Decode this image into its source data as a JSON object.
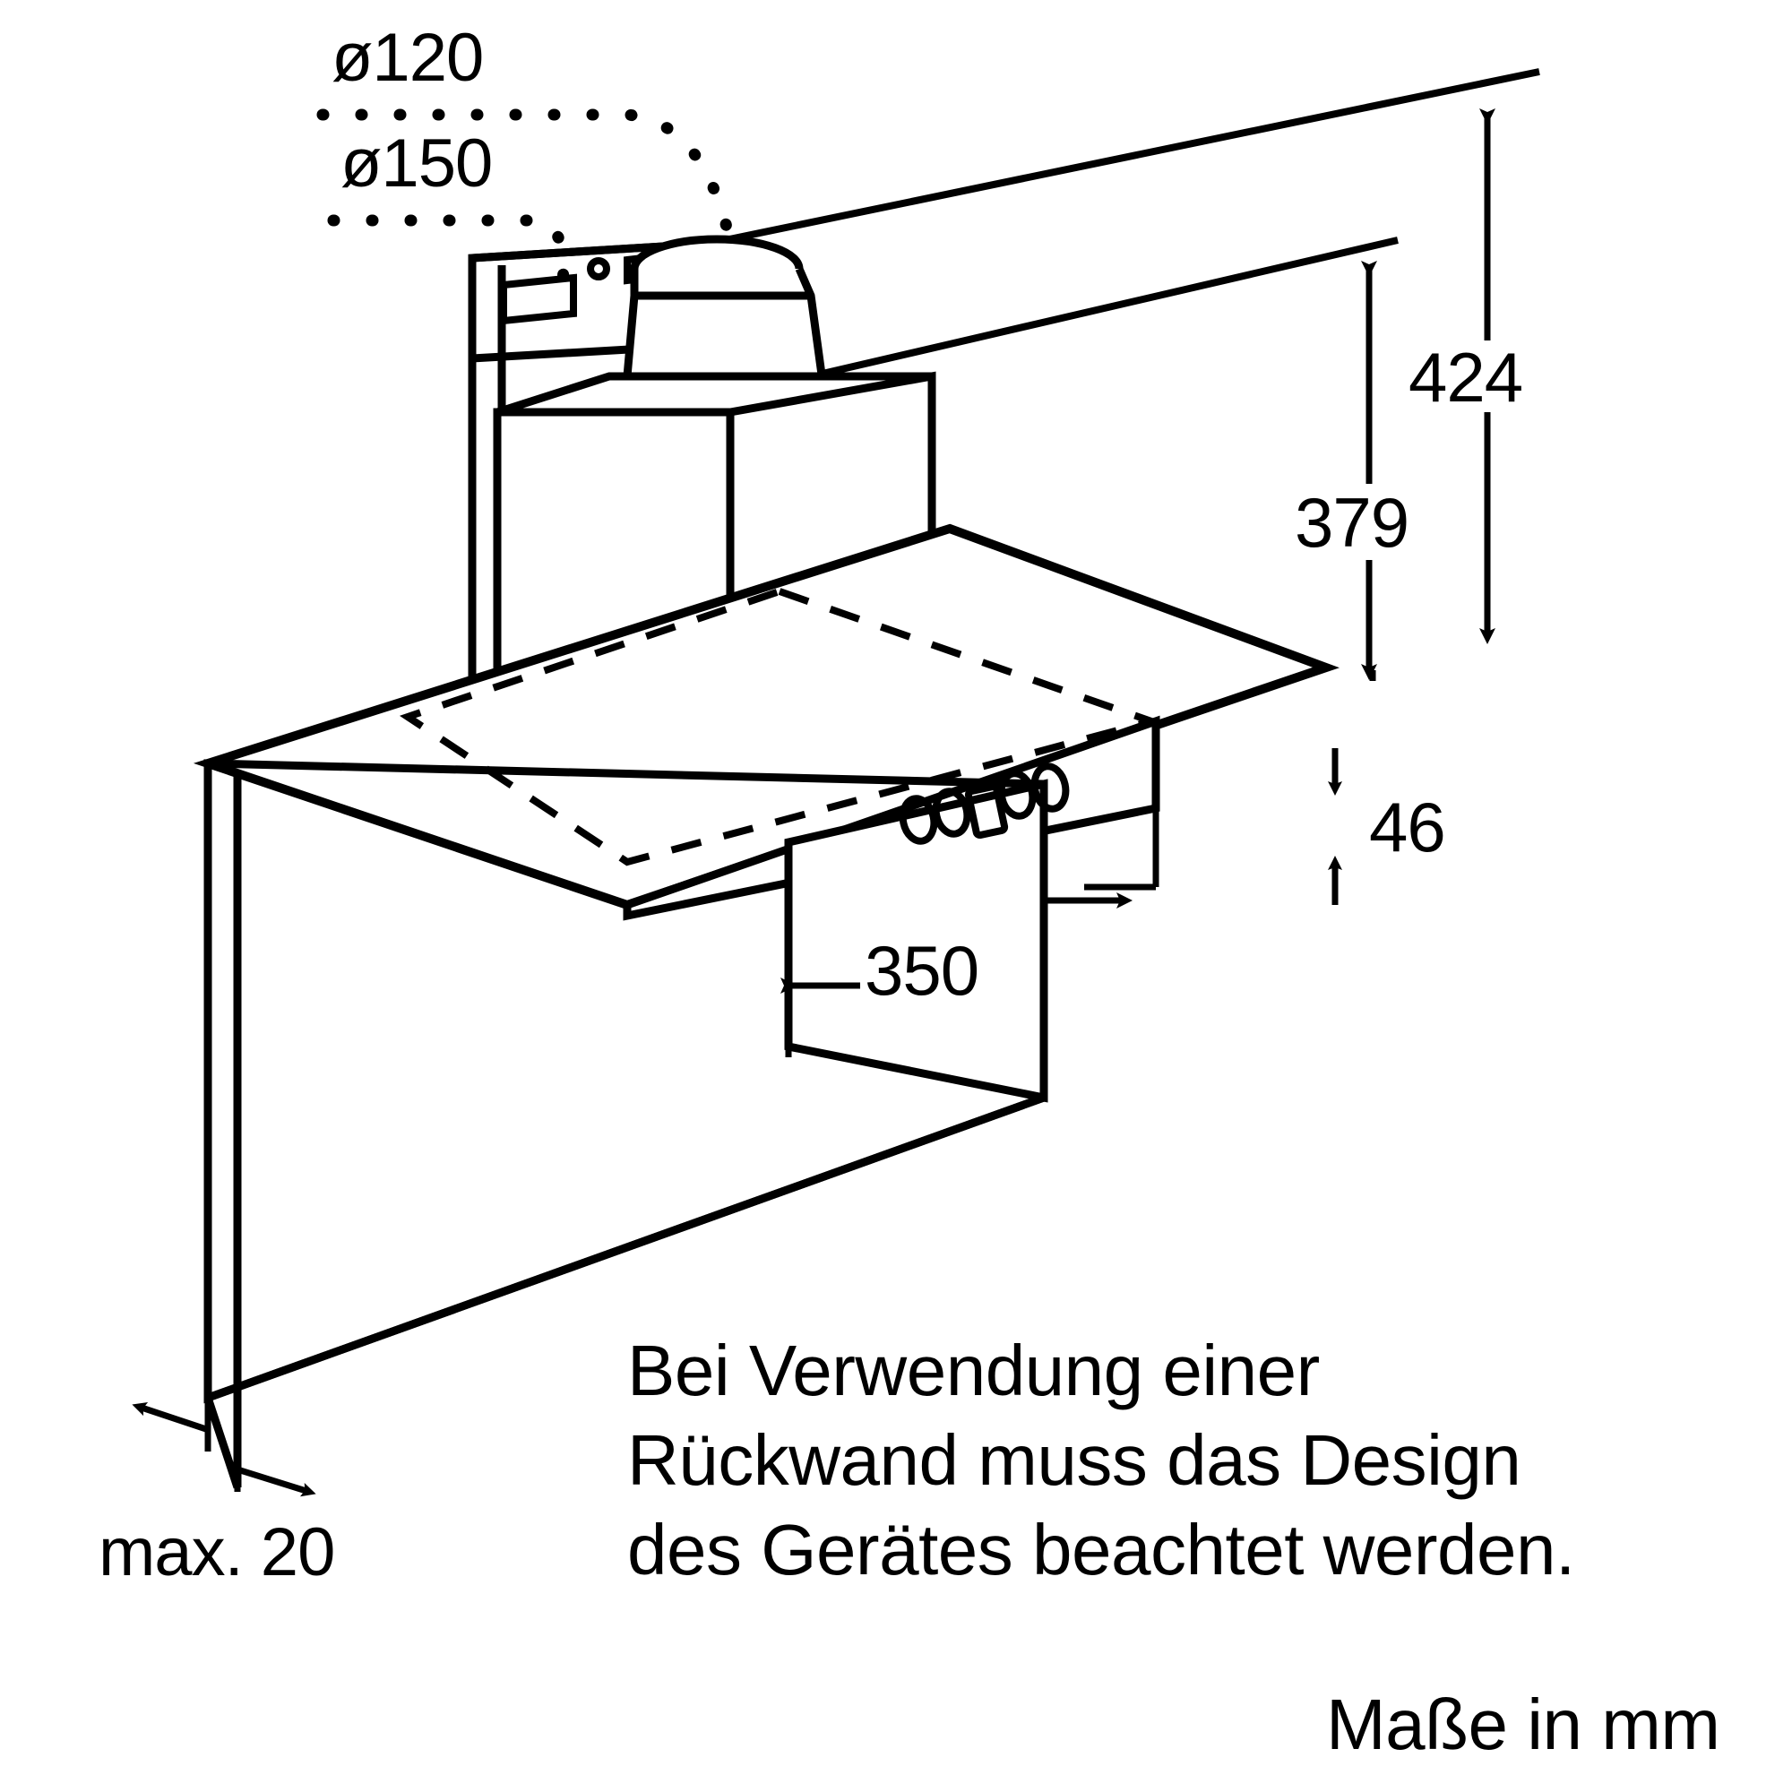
{
  "document": {
    "type": "technical-dimension-drawing",
    "subject": "wall-mounted-cooker-hood",
    "units_note": "Maße in mm",
    "background_color": "#ffffff",
    "line_color": "#000000"
  },
  "callouts": {
    "duct_diameter_1": "ø120",
    "duct_diameter_2": "ø150"
  },
  "dimensions": {
    "total_height": "424",
    "body_height": "379",
    "panel_height": "46",
    "depth": "350",
    "wall_gap": "max. 20"
  },
  "note": {
    "line1": "Bei Verwendung einer",
    "line2": "Rückwand muss das Design",
    "line3": "des Gerätes beachtet werden."
  },
  "units": {
    "label": "Maße in mm"
  },
  "control_panel": {
    "icons": [
      "circle-button",
      "circle-button",
      "display-window",
      "circle-button",
      "circle-button"
    ]
  }
}
